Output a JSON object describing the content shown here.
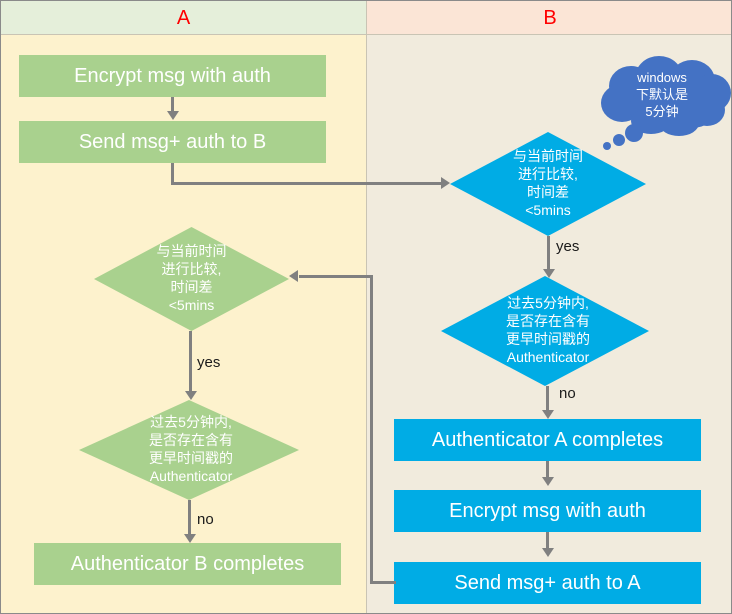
{
  "diagram": {
    "title_a": "A",
    "title_b": "B",
    "colors": {
      "green_shape": "#a9d18e",
      "blue_shape": "#00ace5",
      "lane_a_bg": "#fdf2cd",
      "lane_b_bg": "#f1ebdd",
      "header_a_bg": "#e5efda",
      "header_b_bg": "#fbe5d6",
      "connector": "#808080",
      "cloud": "#4472c4",
      "lane_title": "#ff0000"
    }
  },
  "lane_a": {
    "header": "A",
    "encrypt_box": "Encrypt msg with auth",
    "send_box": "Send msg+ auth to B",
    "diamond_time": {
      "line1": "与当前时间",
      "line2": "进行比较,",
      "line3": "时间差",
      "line4": "<5mins"
    },
    "diamond_replay": {
      "line1": "过去5分钟内,",
      "line2": "是否存在含有",
      "line3": "更早时间戳的",
      "line4": "Authenticator"
    },
    "complete_box": "Authenticator B completes",
    "edge_yes": "yes",
    "edge_no": "no"
  },
  "lane_b": {
    "header": "B",
    "diamond_time": {
      "line1": "与当前时间",
      "line2": "进行比较,",
      "line3": "时间差",
      "line4": "<5mins"
    },
    "diamond_replay": {
      "line1": "过去5分钟内,",
      "line2": "是否存在含有",
      "line3": "更早时间戳的",
      "line4": "Authenticator"
    },
    "complete_box": "Authenticator A completes",
    "encrypt_box": "Encrypt msg with auth",
    "send_box": "Send msg+ auth to A",
    "edge_yes": "yes",
    "edge_no": "no"
  },
  "cloud": {
    "line1": "windows",
    "line2": "下默认是",
    "line3": "5分钟"
  }
}
